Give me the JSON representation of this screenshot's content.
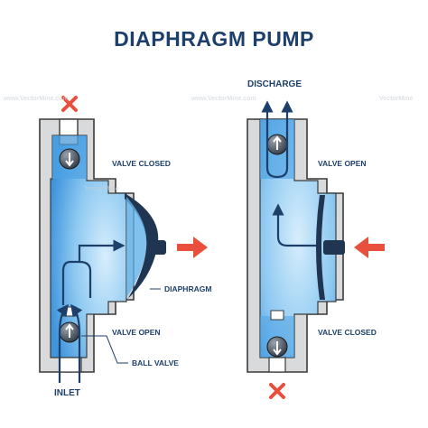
{
  "title": "DIAPHRAGM PUMP",
  "labels": {
    "valve_closed_left": "VALVE CLOSED",
    "diaphragm": "DIAPHRAGM",
    "valve_open_left": "VALVE OPEN",
    "ball_valve": "BALL VALVE",
    "inlet": "INLET",
    "discharge": "DISCHARGE",
    "valve_open_right": "VALVE OPEN",
    "valve_closed_right": "VALVE CLOSED"
  },
  "watermarks": [
    "www.VectorMine.com",
    "VectorMine",
    "www.VectorMine.com",
    "VectorMine"
  ],
  "colors": {
    "navy": "#1d3f6b",
    "fluid": "#4ea3e4",
    "fluid_light": "#bfe2fb",
    "wall": "#d9dadc",
    "wall_stroke": "#3a3a3a",
    "red": "#e84f3c",
    "diaphragm": "#1f3552"
  }
}
